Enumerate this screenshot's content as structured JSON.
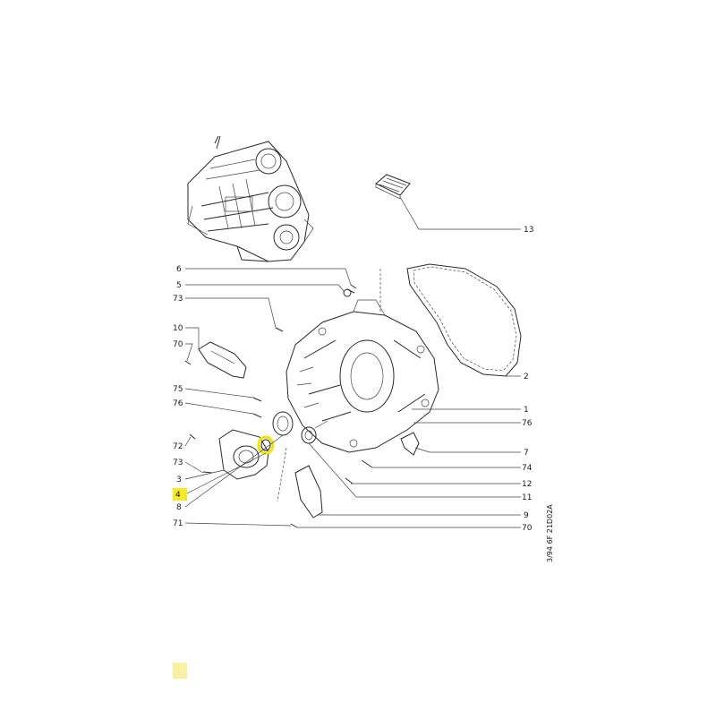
{
  "diagram": {
    "highlight_color": "#f2e600",
    "side_code": "3/94  6F   21D02A",
    "callouts": [
      {
        "label": "13"
      },
      {
        "label": "6"
      },
      {
        "label": "5"
      },
      {
        "label": "73"
      },
      {
        "label": "10"
      },
      {
        "label": "70"
      },
      {
        "label": "2"
      },
      {
        "label": "75"
      },
      {
        "label": "76"
      },
      {
        "label": "1"
      },
      {
        "label": "76"
      },
      {
        "label": "72"
      },
      {
        "label": "7"
      },
      {
        "label": "73"
      },
      {
        "label": "74"
      },
      {
        "label": "3"
      },
      {
        "label": "12"
      },
      {
        "label": "4",
        "highlighted": true
      },
      {
        "label": "11"
      },
      {
        "label": "8"
      },
      {
        "label": "9"
      },
      {
        "label": "71"
      },
      {
        "label": "70"
      }
    ]
  }
}
